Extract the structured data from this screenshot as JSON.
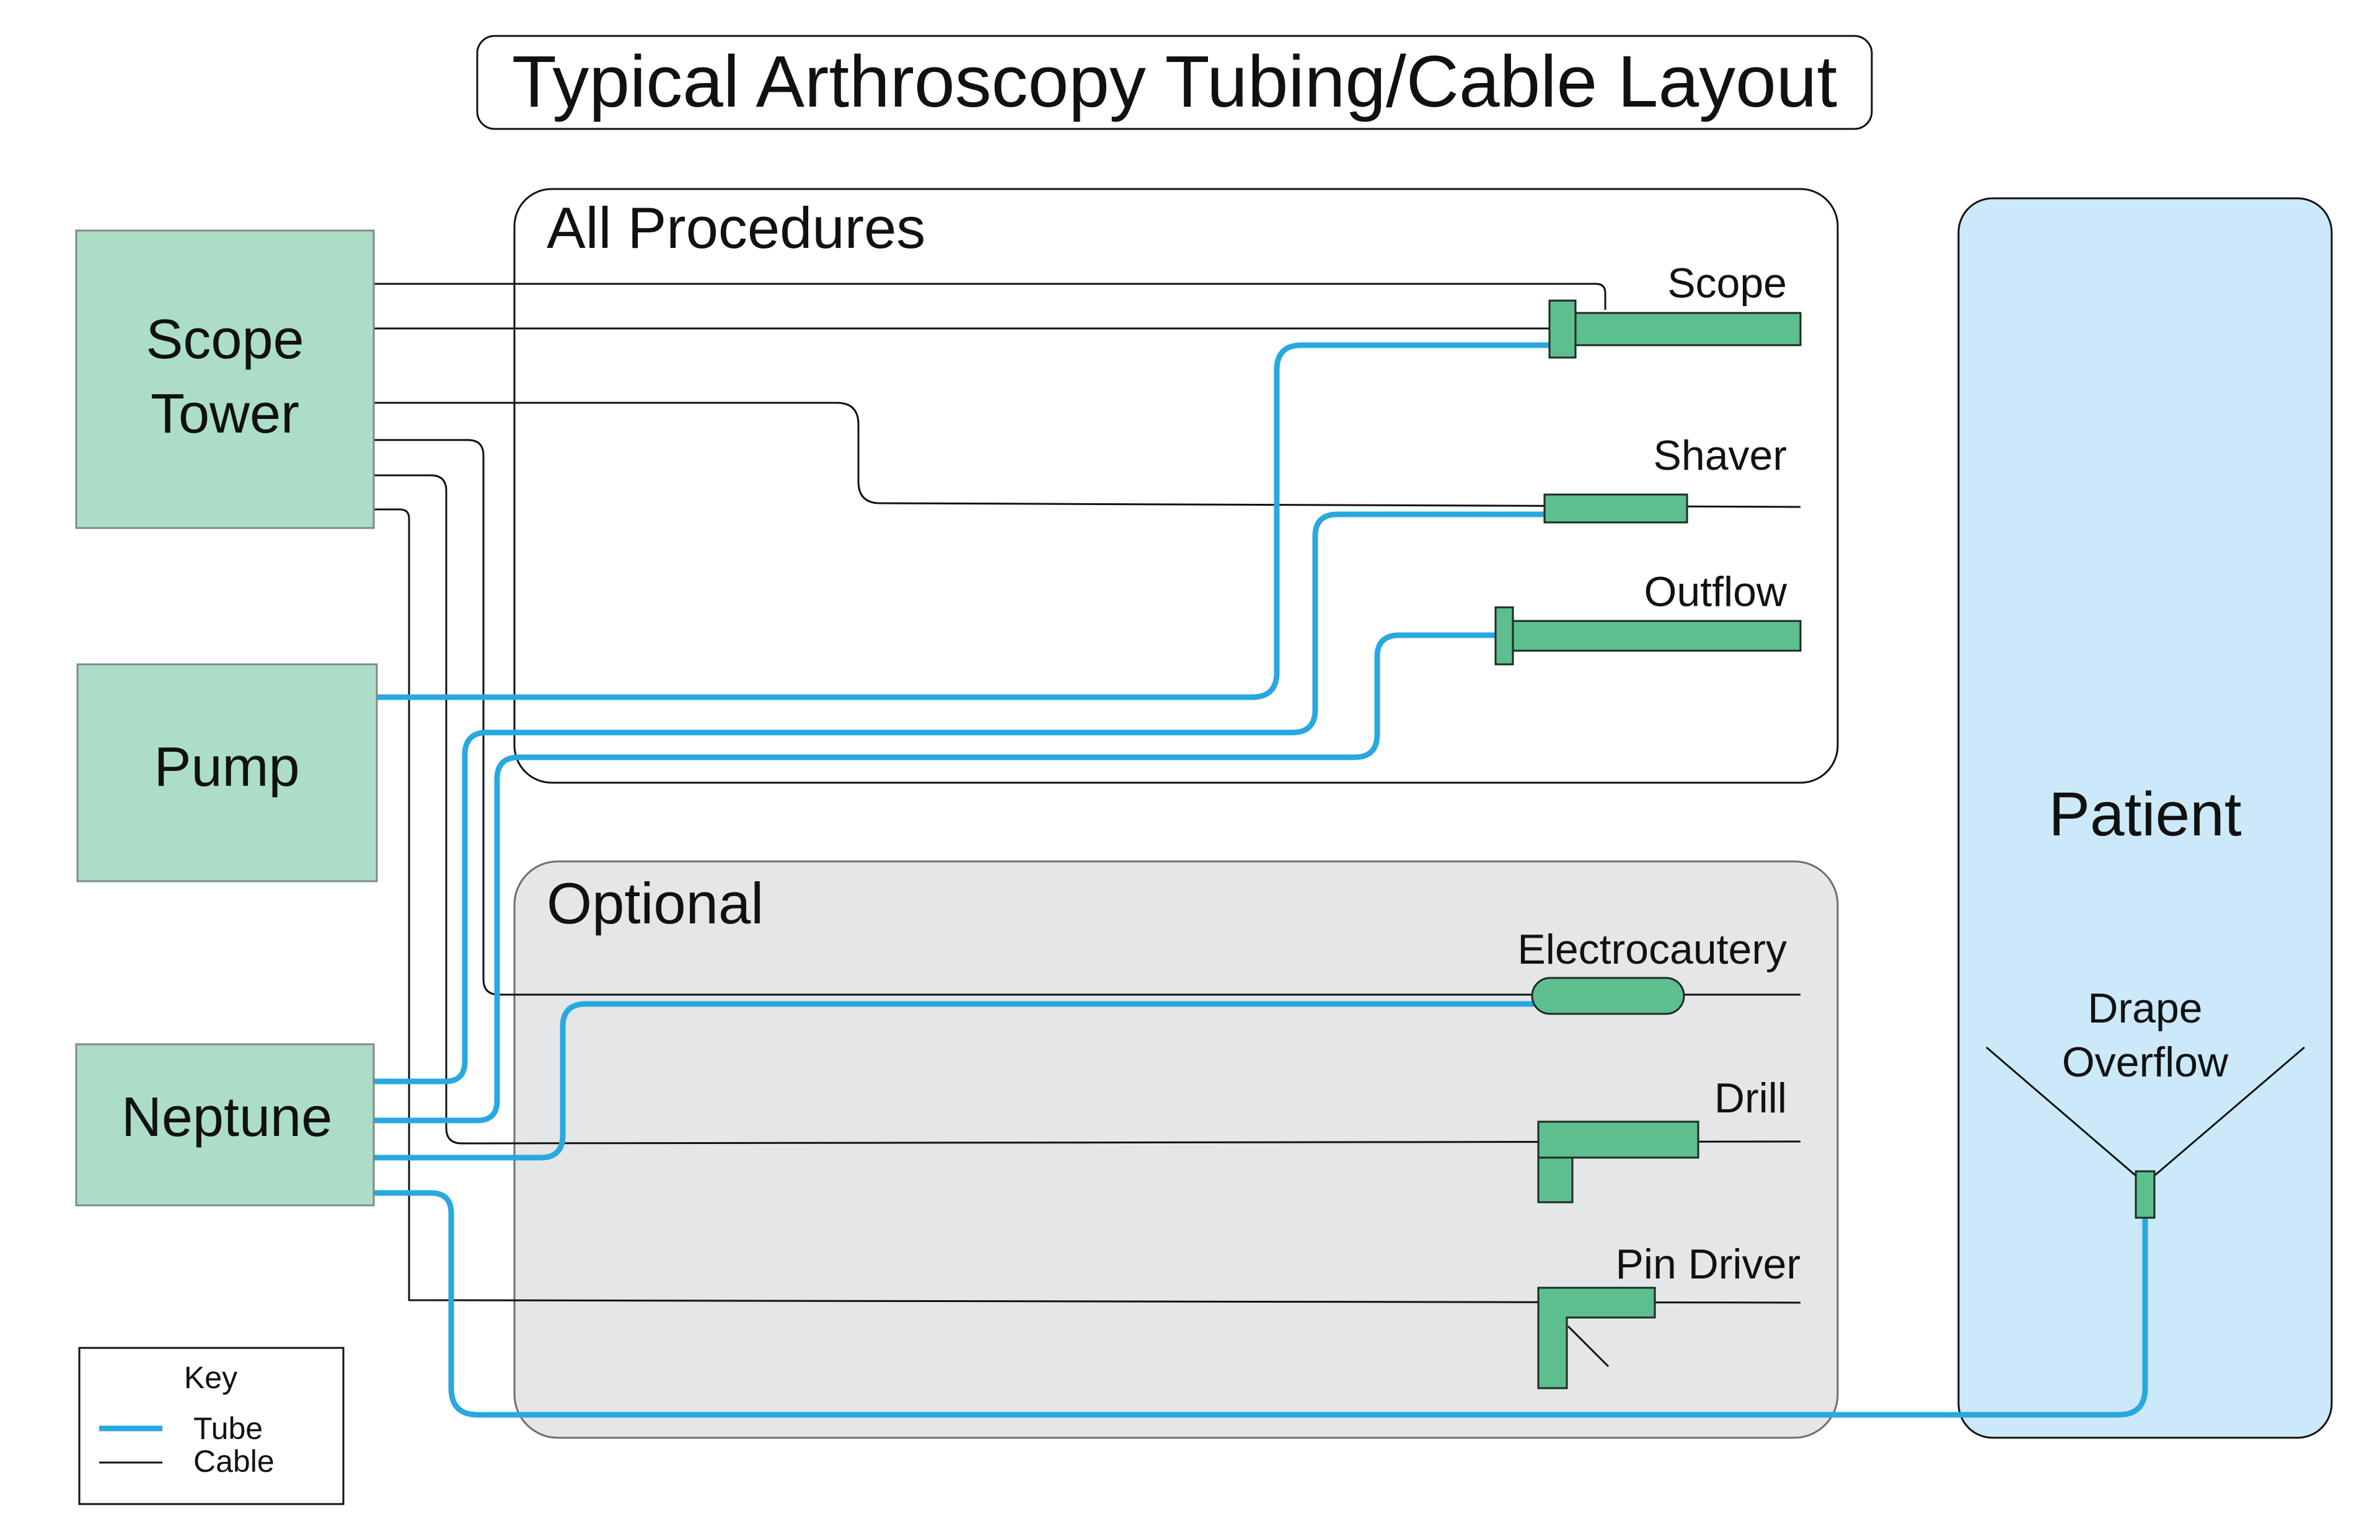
{
  "title": "Typical Arthroscopy Tubing/Cable Layout",
  "sections": {
    "all_procedures": "All Procedures",
    "optional": "Optional"
  },
  "devices": {
    "scope_tower_line1": "Scope",
    "scope_tower_line2": "Tower",
    "pump": "Pump",
    "neptune": "Neptune"
  },
  "patient": {
    "label": "Patient",
    "drape_line1": "Drape",
    "drape_line2": "Overflow"
  },
  "instruments": {
    "scope": "Scope",
    "shaver": "Shaver",
    "outflow": "Outflow",
    "electrocautery": "Electrocautery",
    "drill": "Drill",
    "pin_driver": "Pin Driver"
  },
  "key": {
    "title": "Key",
    "tube": "Tube",
    "cable": "Cable"
  },
  "colors": {
    "tube": "#29a8e0",
    "cable": "#111111",
    "device_fill": "#acdec7",
    "instrument_fill": "#5cbf8d",
    "patient_fill": "#cce9f9",
    "optional_fill": "#e5e6e7"
  }
}
